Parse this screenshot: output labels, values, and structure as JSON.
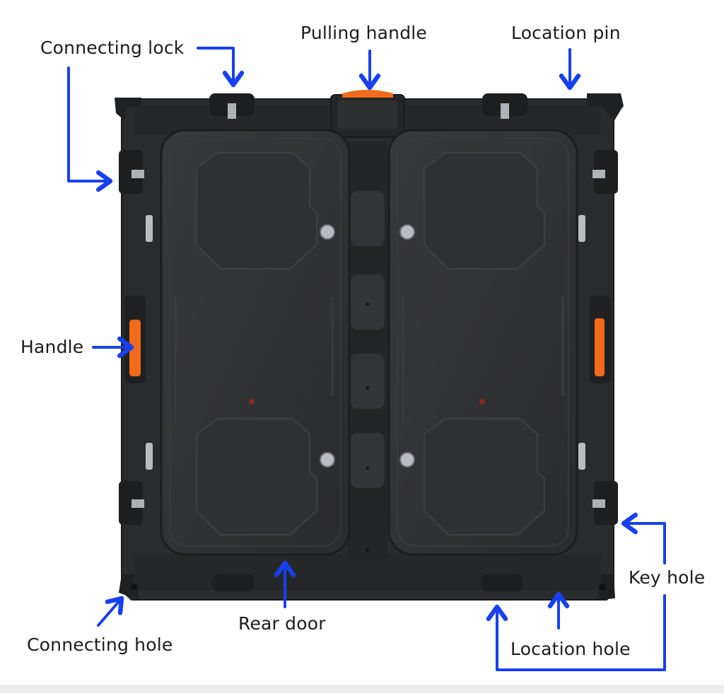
{
  "labels": {
    "connecting_lock": "Connecting lock",
    "pulling_handle": "Pulling handle",
    "location_pin": "Location pin",
    "handle": "Handle",
    "key_hole": "Key hole",
    "connecting_hole": "Connecting hole",
    "rear_door": "Rear door",
    "location_hole": "Location hole"
  },
  "colors": {
    "arrow": "#1740f0",
    "cabinet": "#2b2c2e",
    "cabinet_dark": "#1f2022",
    "panel": "#303133",
    "panel_edge": "#3d3e41",
    "accent_orange": "#f26a1b",
    "metal": "#b9bcc0",
    "text": "#1c1c1c"
  }
}
